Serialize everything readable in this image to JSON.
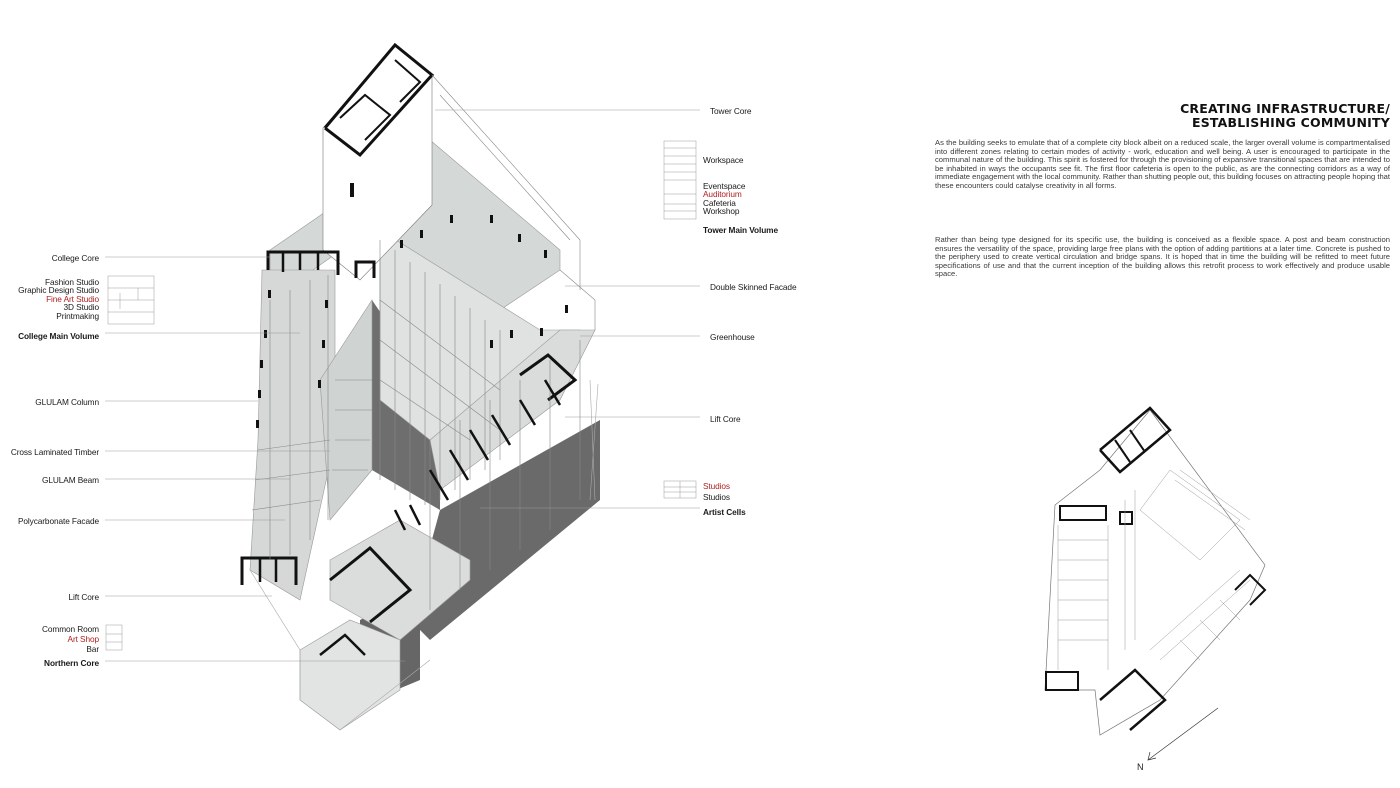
{
  "title": {
    "line1": "CREATING INFRASTRUCTURE/",
    "line2": "ESTABLISHING COMMUNITY"
  },
  "paragraphs": [
    "As the building seeks to emulate that of a complete city block albeit on a reduced scale, the larger overall volume is compartmentalised into different zones relating to certain modes of activity - work, education and well being. A user is encouraged to participate in the communal nature of the building. This spirit is fostered for through the provisioning of expansive transitional spaces that are intended to be inhabited in ways the occupants see fit. The first floor cafeteria is open to the public, as are the connecting corridors as a way of immediate engagement with the local community. Rather than shutting people out, this building focuses on attracting people hoping that these encounters could catalyse creativity in all forms.",
    "Rather than being type designed for its specific use, the building is conceived as a flexible space. A post and beam construction ensures the versatility of the space, providing large free plans with the option of adding partitions at a later time. Concrete is pushed to the periphery used to create vertical circulation and bridge spans. It is hoped that in time the building will be refitted to meet future specifications of use and that the current inception of the building allows this retrofit process to work effectively and produce usable space."
  ],
  "left_labels": {
    "college_core": "College Core",
    "college_rooms": [
      "Fashion Studio",
      "Graphic Design Studio",
      "Fine Art Studio",
      "3D Studio",
      "Printmaking"
    ],
    "college_main_volume": "College Main Volume",
    "glulam_column": "GLULAM Column",
    "clt": "Cross Laminated Timber",
    "glulam_beam": "GLULAM Beam",
    "polycarbonate": "Polycarbonate Facade",
    "lift_core": "Lift Core",
    "northern_rooms": [
      "Common Room",
      "Art Shop",
      "Bar"
    ],
    "northern_core": "Northern Core"
  },
  "right_labels": {
    "tower_core": "Tower Core",
    "tower_rooms": [
      "Workspace",
      "Eventspace",
      "Auditorium",
      "Cafeteria",
      "Workshop"
    ],
    "tower_main_volume": "Tower Main Volume",
    "double_skinned": "Double Skinned Facade",
    "greenhouse": "Greenhouse",
    "lift_core": "Lift Core",
    "artist_rooms": [
      "Studios",
      "Studios"
    ],
    "artist_cells": "Artist Cells"
  },
  "north_label": "N",
  "colors": {
    "highlight": "#b02020",
    "floor": "#d6d9d8",
    "shadow": "#7a7a7a",
    "wall": "#111111"
  }
}
